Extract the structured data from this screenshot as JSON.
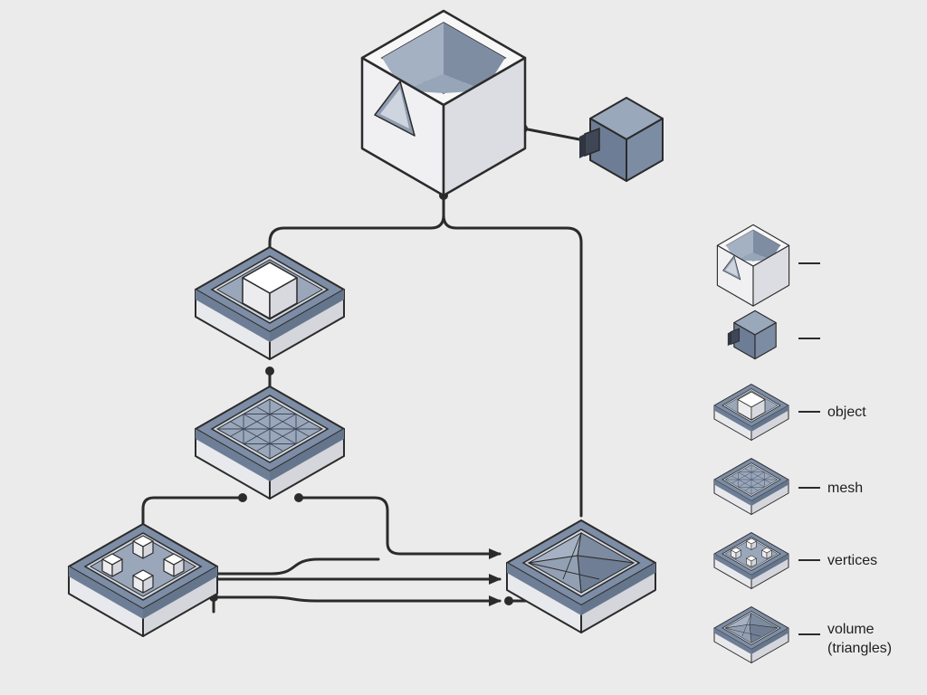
{
  "diagram": {
    "nodes": [
      {
        "id": "container",
        "icon": "open-box-icon"
      },
      {
        "id": "plug-cube",
        "icon": "connector-cube-icon"
      },
      {
        "id": "object",
        "icon": "object-tile-icon"
      },
      {
        "id": "mesh",
        "icon": "mesh-tile-icon"
      },
      {
        "id": "vertices",
        "icon": "vertices-tile-icon"
      },
      {
        "id": "volume",
        "icon": "volume-tile-icon"
      }
    ],
    "legend": [
      {
        "icon": "open-box-icon",
        "label": ""
      },
      {
        "icon": "connector-cube-icon",
        "label": ""
      },
      {
        "icon": "object-tile-icon",
        "label": "object"
      },
      {
        "icon": "mesh-tile-icon",
        "label": "mesh"
      },
      {
        "icon": "vertices-tile-icon",
        "label": "vertices"
      },
      {
        "icon": "volume-tile-icon",
        "label": "volume",
        "label_line2": "(triangles)"
      }
    ]
  },
  "colors": {
    "background": "#ebebeb",
    "slate": "#7d8da5",
    "slate_dark": "#5b6b83",
    "face_light": "#f2f2f4",
    "face_mid": "#dcdde2",
    "line": "#2b2b2b"
  }
}
